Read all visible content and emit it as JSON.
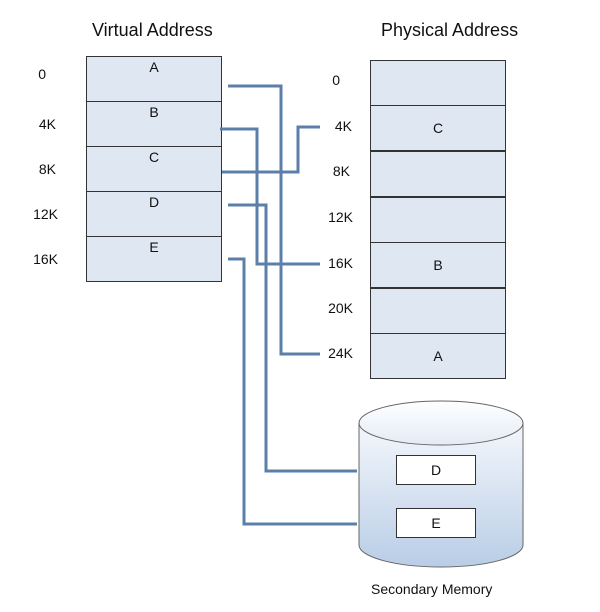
{
  "virtual": {
    "title": "Virtual Address",
    "addresses": [
      "0",
      "4K",
      "8K",
      "12K",
      "16K"
    ],
    "pages": [
      "A",
      "B",
      "C",
      "D",
      "E"
    ]
  },
  "physical": {
    "title": "Physical Address",
    "addresses": [
      "0",
      "4K",
      "8K",
      "12K",
      "16K",
      "20K",
      "24K"
    ],
    "frames": [
      "",
      "C",
      "",
      "",
      "B",
      "",
      "A"
    ]
  },
  "secondary": {
    "title": "Secondary Memory",
    "pages": [
      "D",
      "E"
    ]
  },
  "colors": {
    "cell_fill": "#dfe7f2",
    "line": "#5b7fa8",
    "disk_top": "#eef3fa",
    "disk_bottom": "#b9cde6"
  }
}
